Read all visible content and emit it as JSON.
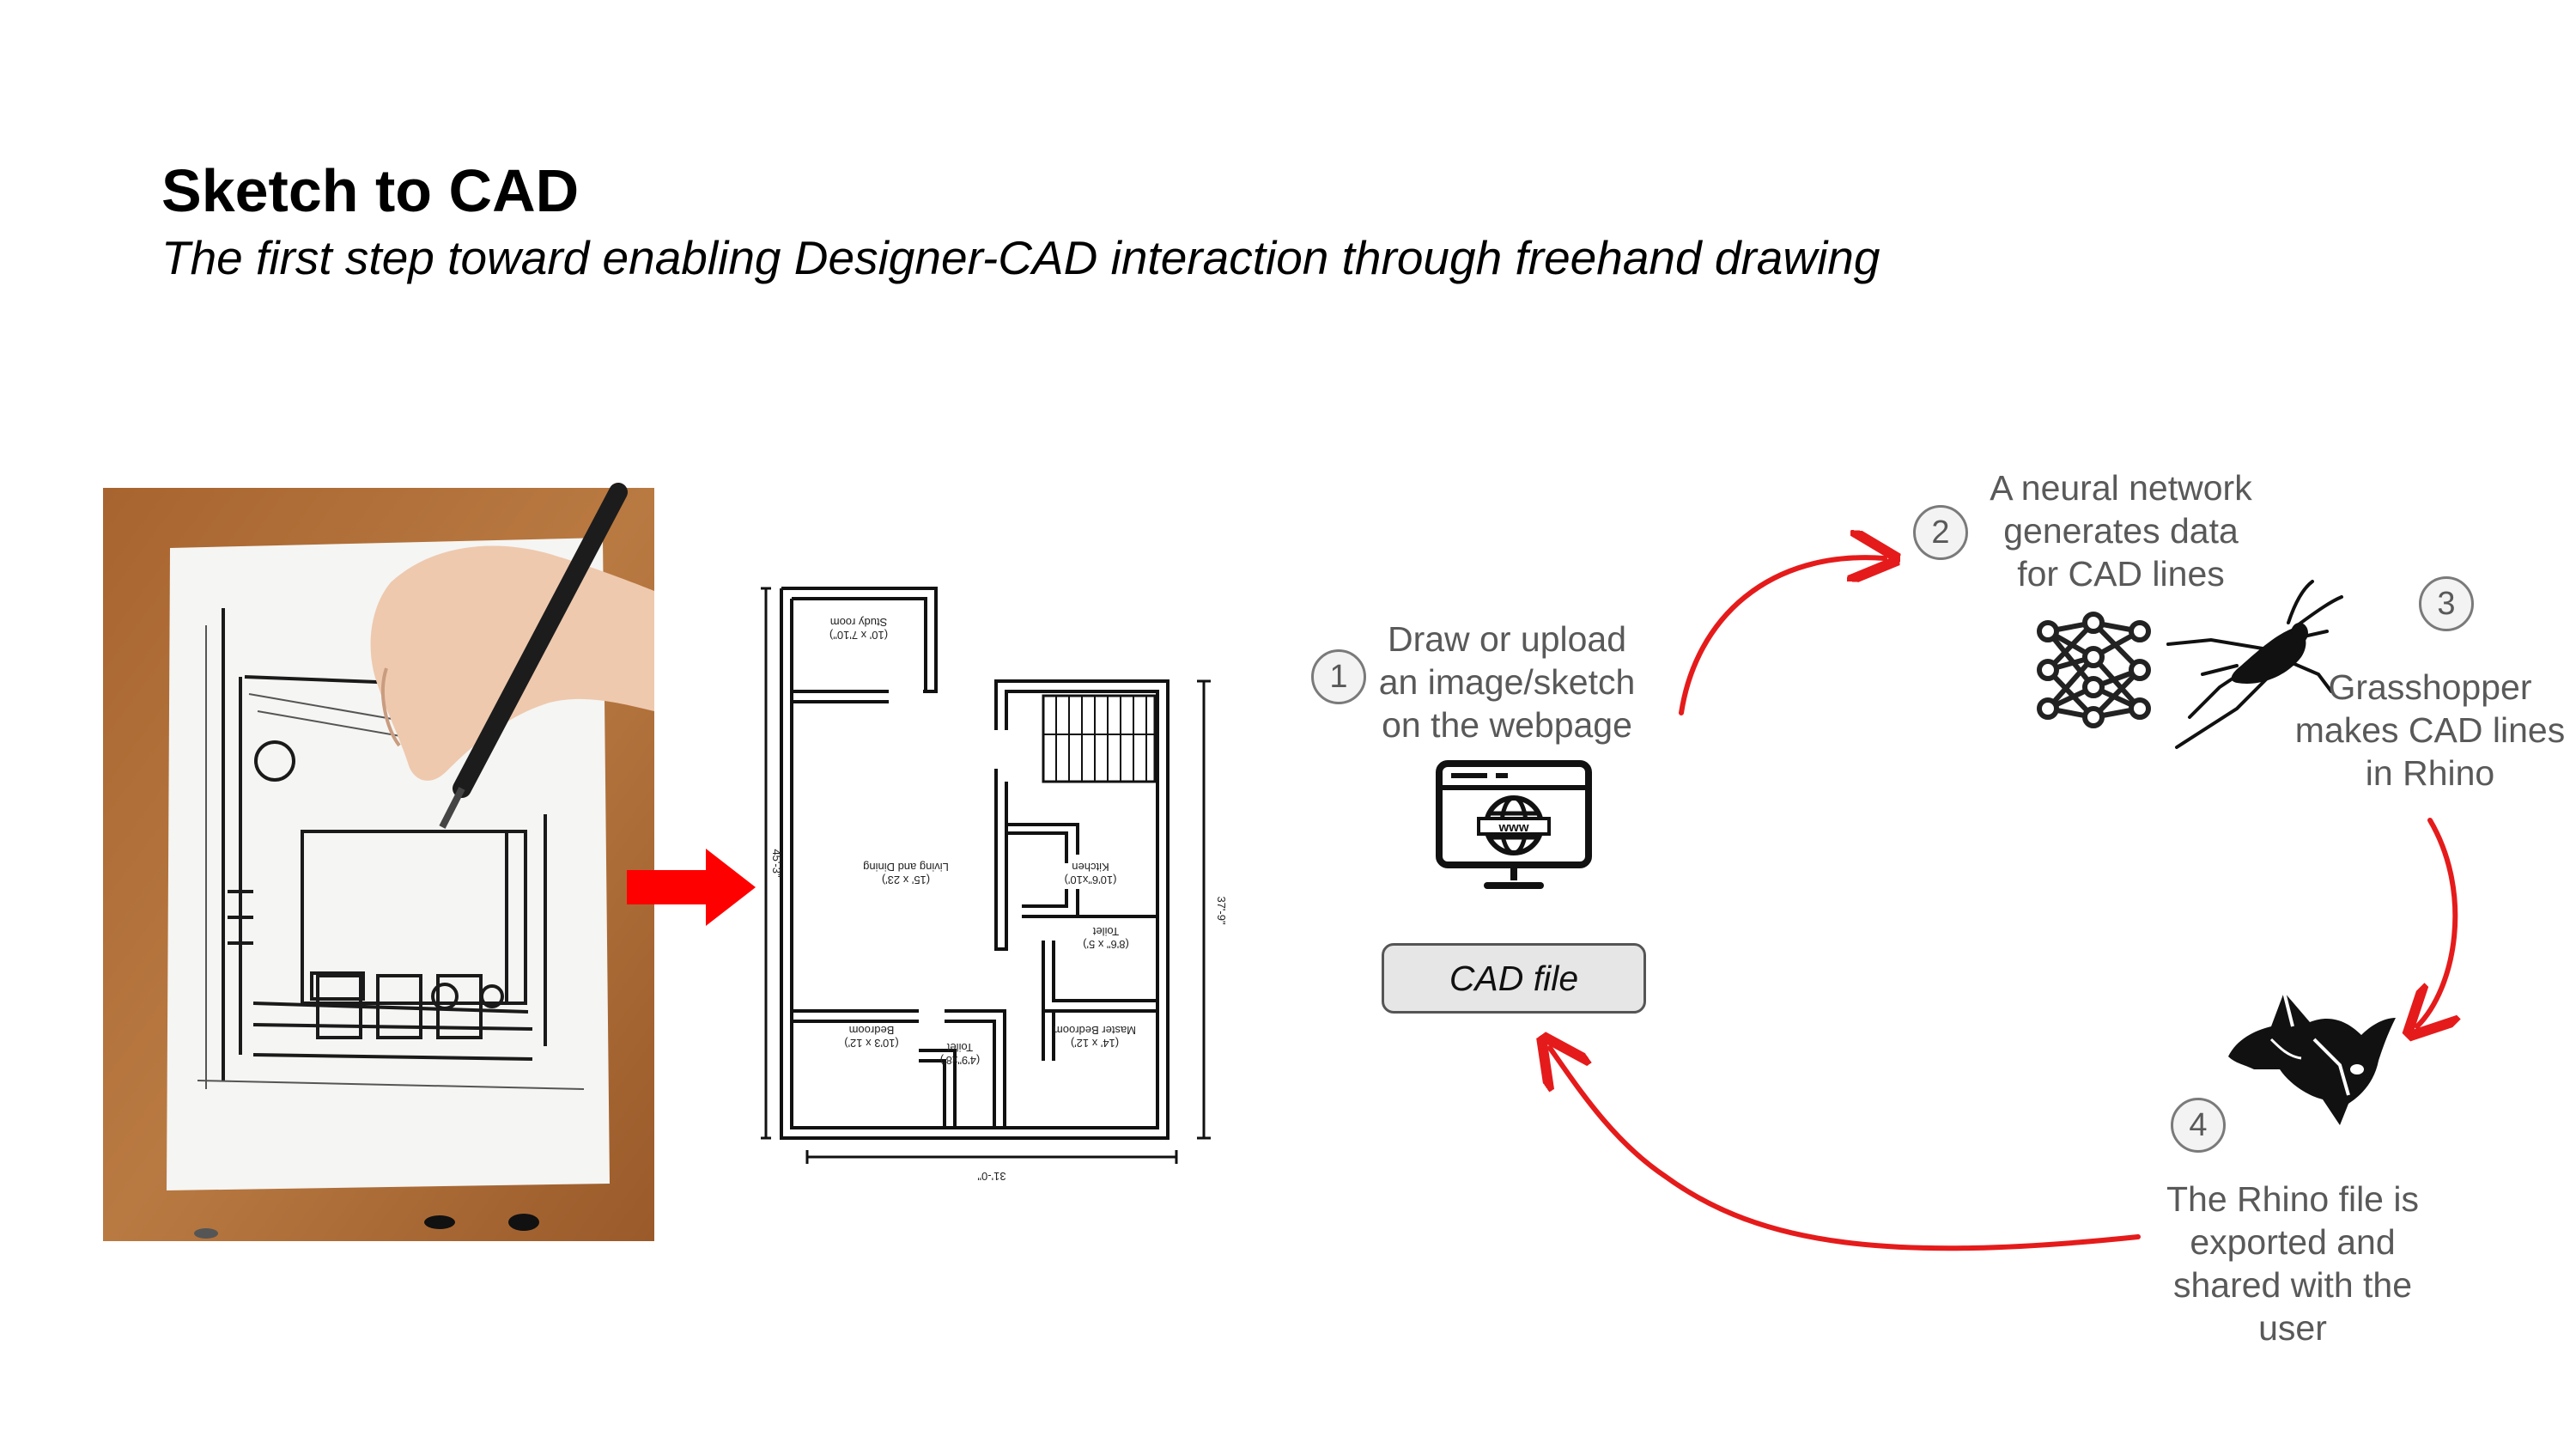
{
  "header": {
    "title": "Sketch to CAD",
    "subtitle": "The first step toward enabling Designer-CAD interaction through freehand drawing"
  },
  "steps": [
    {
      "number": "1",
      "line1": "Draw or upload",
      "line2": "an image/sketch",
      "line3": "on the webpage",
      "icon": "webpage-icon"
    },
    {
      "number": "2",
      "line1": "A neural network",
      "line2": "generates data",
      "line3": "for CAD lines",
      "icon": "neural-network-icon"
    },
    {
      "number": "3",
      "line1": "Grasshopper",
      "line2": "makes CAD lines",
      "line3": "in Rhino",
      "icon": "grasshopper-icon"
    },
    {
      "number": "4",
      "line1": "The Rhino file is",
      "line2": "exported and",
      "line3": "shared with the",
      "line4": "user",
      "icon": "rhino-icon"
    }
  ],
  "cad_button": {
    "label": "CAD file"
  },
  "floorplan": {
    "rooms": {
      "study": "Study room",
      "study_dim": "(10' x 7'10\")",
      "living": "Living and Dining",
      "living_dim": "(15' x 23')",
      "kitchen": "Kitchen",
      "kitchen_dim": "(10'6\"x10')",
      "toilet1": "Toilet",
      "toilet1_dim": "(8'6\" x 5')",
      "bedroom": "Bedroom",
      "bedroom_dim": "(10'3 x 12')",
      "toilet2": "Toilet",
      "toilet2_dim": "(4'9\"x8')",
      "master": "Master Bedroom",
      "master_dim": "(14' x 12')"
    },
    "dims": {
      "width": "31'-0\"",
      "height": "45'-3\"",
      "right": "37'-9\""
    }
  },
  "colors": {
    "arrow": "#e51b1b",
    "text_gray": "#595959",
    "wood": "#b0703a"
  }
}
